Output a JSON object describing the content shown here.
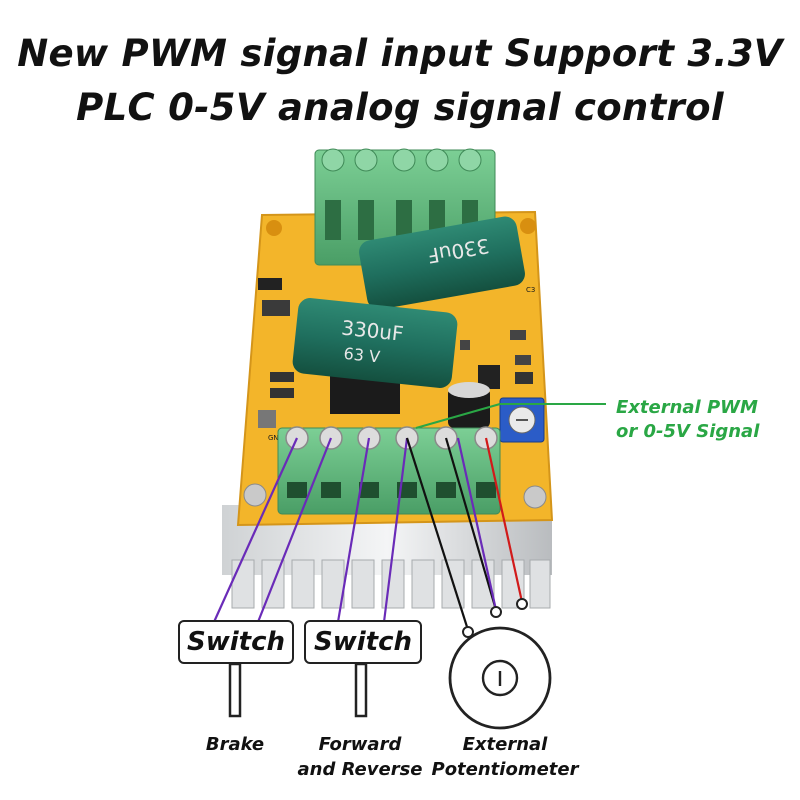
{
  "title": {
    "line1": "New PWM signal input Support 3.3V",
    "line2": "PLC 0-5V analog signal control"
  },
  "annotation": {
    "line1": "External PWM",
    "line2": "or 0-5V Signal"
  },
  "switches": {
    "left": "Switch",
    "right": "Switch"
  },
  "captions": {
    "brake": "Brake",
    "forward_line1": "Forward",
    "forward_line2": "and Reverse",
    "pot_line1": "External",
    "pot_line2": "Potentiometer"
  },
  "capacitors": {
    "upper": "330uF",
    "lower_value": "330uF",
    "lower_voltage": "63 V"
  },
  "colors": {
    "pcb": "#f3b52a",
    "terminal": "#5fb87a",
    "capacitor": "#1f6f5e",
    "wire_purple": "#6a2bb8",
    "wire_black": "#111111",
    "wire_red": "#d11a1a",
    "annotation_green": "#2aa745"
  }
}
